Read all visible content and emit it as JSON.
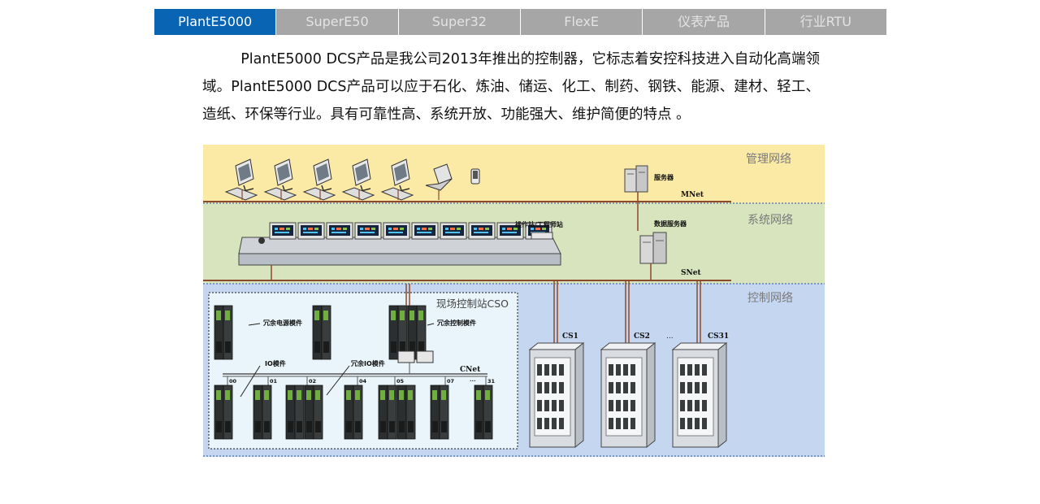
{
  "tabs": [
    {
      "label": "PlantE5000",
      "active": true
    },
    {
      "label": "SuperE50",
      "active": false
    },
    {
      "label": "Super32",
      "active": false
    },
    {
      "label": "FlexE",
      "active": false
    },
    {
      "label": "仪表产品",
      "active": false
    },
    {
      "label": "行业RTU",
      "active": false
    }
  ],
  "intro": {
    "text": "PlantE5000 DCS产品是我公司2013年推出的控制器，它标志着安控科技进入自动化高端领域。PlantE5000 DCS产品可以应于石化、炼油、储运、化工、制药、钢铁、能源、建材、轻工、造纸、环保等行业。具有可靠性高、系统开放、功能强大、维护简便的特点 。"
  },
  "diagram": {
    "zones": {
      "management": "管理网络",
      "system": "系统网络",
      "control": "控制网络"
    },
    "labels": {
      "server": "服务器",
      "data_server": "数据服务器",
      "operator_station": "操作站/工程师站",
      "field_station": "现场控制站CSO",
      "redundant_power": "冗余电源模件",
      "redundant_control": "冗余控制模件",
      "io_module": "IO模件",
      "redundant_io": "冗余IO模件"
    },
    "nets": {
      "mnet": "MNet",
      "snet": "SNet",
      "cnet": "CNet"
    },
    "slots": [
      "00",
      "01",
      "02",
      "04",
      "05",
      "07",
      "...",
      "31"
    ],
    "cabinets": [
      "CS1",
      "CS2",
      "...",
      "CS31"
    ],
    "colors": {
      "management_bg": "#fbe9a6",
      "system_bg": "#d7e4bd",
      "control_bg": "#c5d6f1",
      "field_bg": "#eaf5fb",
      "cable": "#8b4a2b"
    }
  }
}
